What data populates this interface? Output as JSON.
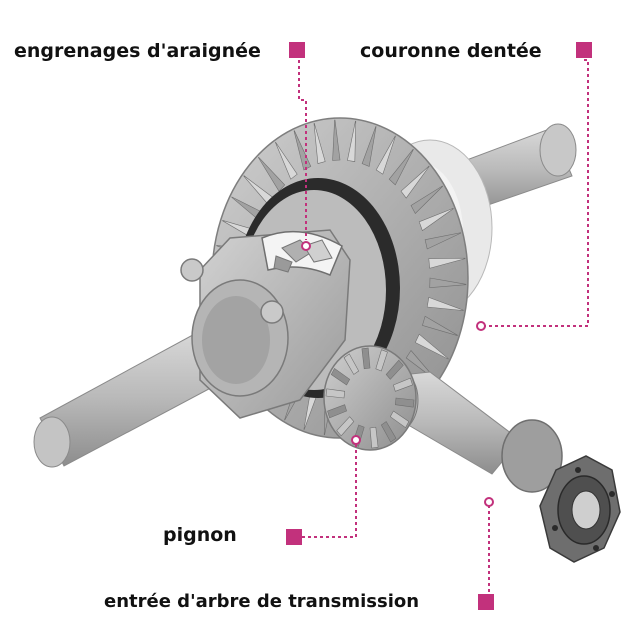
{
  "labels": {
    "spider_gears": "engrenages d'araignée",
    "ring_gear": "couronne dentée",
    "pinion": "pignon",
    "driveshaft_input": "entrée d'arbre de transmission"
  },
  "colors": {
    "accent": "#c2317c",
    "text": "#111111",
    "metal_light": "#cfcfcf",
    "metal_mid": "#a9a9a9",
    "metal_dark": "#7a7a7a",
    "bearing": "#e8e8e8"
  }
}
